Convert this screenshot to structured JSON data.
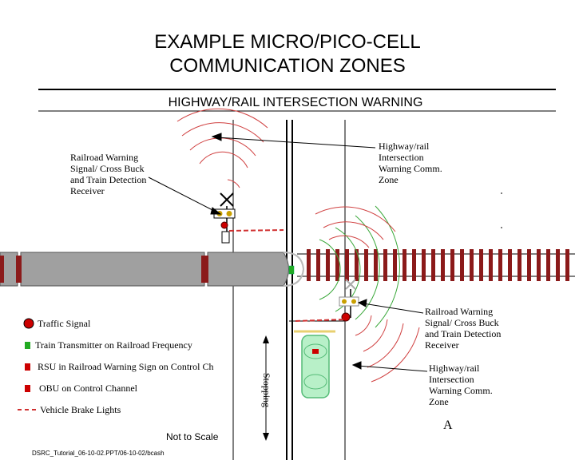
{
  "title_line1": "EXAMPLE MICRO/PICO-CELL",
  "title_line2": "COMMUNICATION ZONES",
  "subtitle": "HIGHWAY/RAIL INTERSECTION WARNING",
  "callouts": {
    "top_left": [
      "Railroad Warning",
      "Signal/ Cross Buck",
      "and Train Detection",
      "Receiver"
    ],
    "top_right": [
      "Highway/rail",
      "Intersection",
      "Warning Comm.",
      "Zone"
    ],
    "mid_right": [
      "Railroad Warning",
      "Signal/ Cross Buck",
      "and Train Detection",
      "Receiver"
    ],
    "bottom_right": [
      "Highway/rail",
      "Intersection",
      "Warning Comm.",
      "Zone"
    ]
  },
  "legend": {
    "traffic_signal": "Traffic Signal",
    "train_transmitter": "Train Transmitter on Railroad Frequency",
    "rsu": "RSU in Railroad Warning Sign on Control Ch",
    "obu": "OBU on Control Channel",
    "brake_lights": "Vehicle Brake Lights"
  },
  "stopping_label": "Stopping",
  "scale_note": "Not to Scale",
  "letter_marker": "A",
  "footer": "DSRC_Tutorial_06-10-02.PPT/06-10-02/bcash",
  "colors": {
    "wave": "#d04040",
    "green_wave": "#3aa83a",
    "rail_tie": "#8b1a1a",
    "signal_red": "#cc0000",
    "green_box": "#22aa22",
    "car_fill": "#b8f0c8",
    "car_stroke": "#55bb77",
    "barrier": "#d03030"
  }
}
